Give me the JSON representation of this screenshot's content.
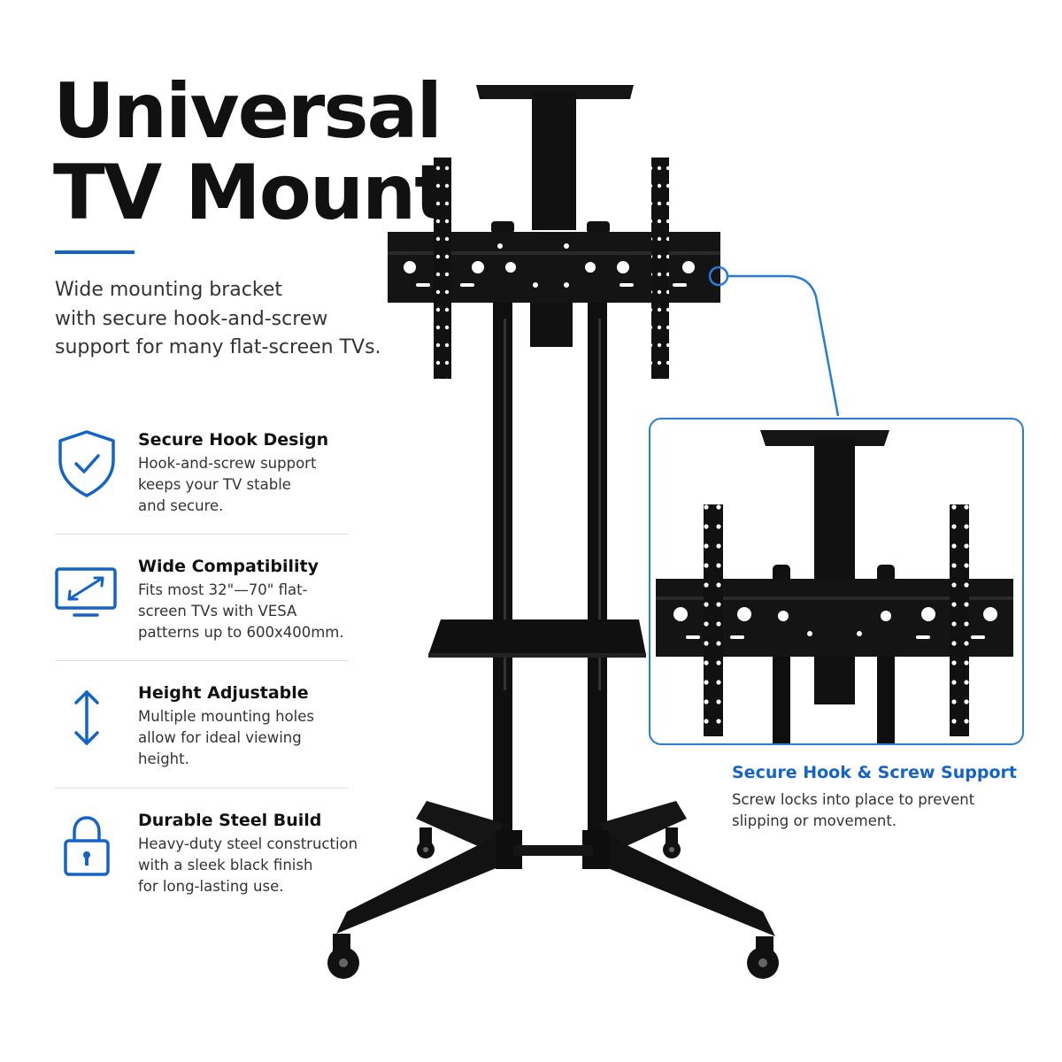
{
  "header": {
    "title_line1": "Universal",
    "title_line2": "TV Mount",
    "intro": "Wide mounting bracket\nwith secure hook-and-screw\nsupport for many flat-screen TVs."
  },
  "features": [
    {
      "icon": "shield-check-icon",
      "title": "Secure Hook Design",
      "desc": "Hook-and-screw support\nkeeps your TV stable\nand secure."
    },
    {
      "icon": "monitor-expand-icon",
      "title": "Wide Compatibility",
      "desc": "Fits most 32\"—70\" flat-\nscreen TVs with VESA\npatterns up to 600x400mm."
    },
    {
      "icon": "vertical-arrows-icon",
      "title": "Height Adjustable",
      "desc": "Multiple mounting holes\nallow for ideal viewing\nheight."
    },
    {
      "icon": "padlock-icon",
      "title": "Durable Steel Build",
      "desc": "Heavy-duty steel construction\nwith a sleek black finish\nfor long-lasting use."
    }
  ],
  "callout": {
    "title": "Secure Hook & Screw Support",
    "desc": "Screw locks into place to prevent\nslipping or movement."
  },
  "colors": {
    "accent": "#1464c8",
    "callout_border": "#2b7cd6",
    "product": "#111111",
    "text": "#333333"
  }
}
